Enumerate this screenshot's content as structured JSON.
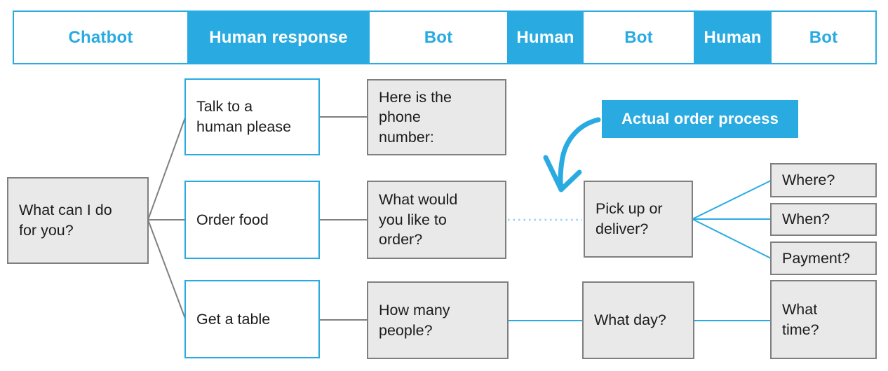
{
  "header": {
    "segments": [
      {
        "label": "Chatbot",
        "style": "light"
      },
      {
        "label": "Human response",
        "style": "dark"
      },
      {
        "label": "Bot",
        "style": "light"
      },
      {
        "label": "Human",
        "style": "dark"
      },
      {
        "label": "Bot",
        "style": "light"
      },
      {
        "label": "Human",
        "style": "dark"
      },
      {
        "label": "Bot",
        "style": "light"
      }
    ]
  },
  "nodes": {
    "root": "What can I do\nfor you?",
    "talk_human": "Talk to a\nhuman please",
    "order_food": "Order food",
    "get_table": "Get a table",
    "phone_number": "Here is the\nphone\nnumber:",
    "what_order": "What would\nyou like to\norder?",
    "how_many": "How many\npeople?",
    "pickup_deliver": "Pick up or\ndeliver?",
    "where": "Where?",
    "when": "When?",
    "payment": "Payment?",
    "what_day": "What day?",
    "what_time": "What\ntime?"
  },
  "annotation": {
    "label": "Actual order process"
  },
  "colors": {
    "accent_blue": "#29abe2",
    "dotted_connector_blue": "#8fd4f1",
    "node_fill_gray": "#e9e9e9",
    "node_border_gray": "#7f7f7f",
    "connector_gray": "#808080",
    "text": "#1c1c1c"
  }
}
